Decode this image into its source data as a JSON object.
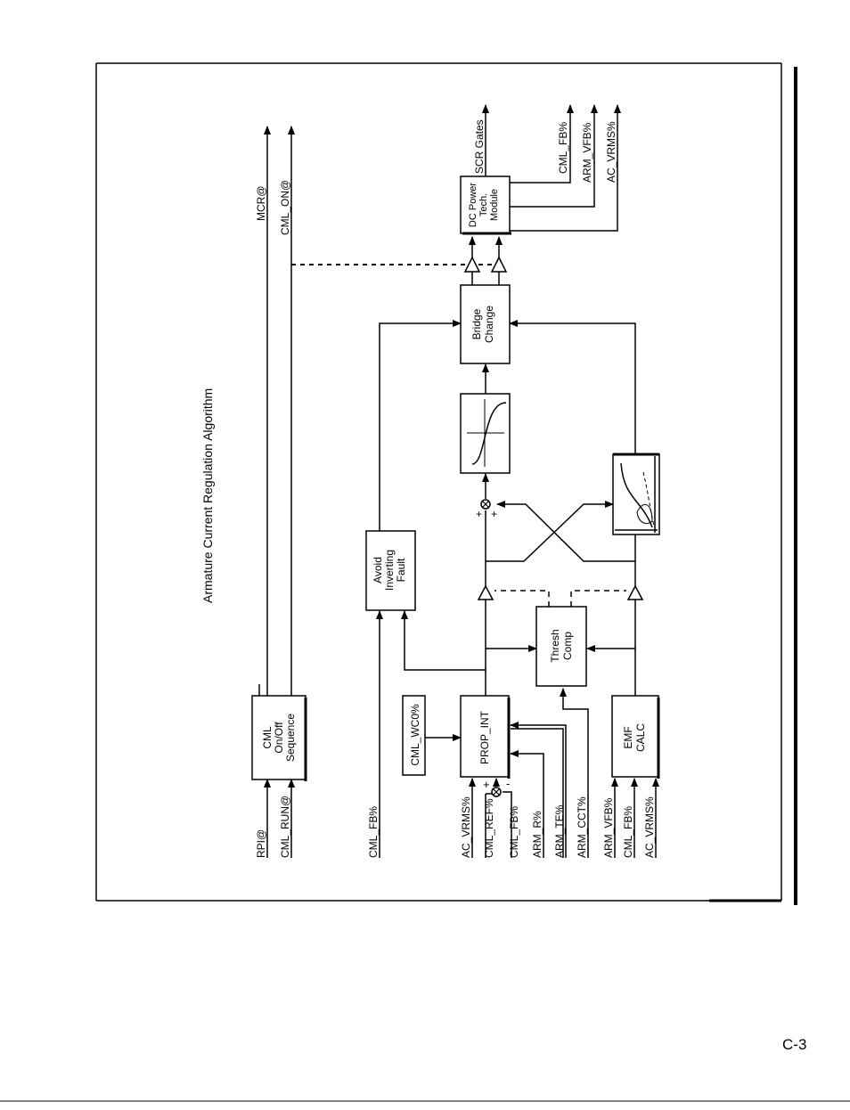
{
  "title": "Armature Current Regulation Algorithm",
  "blocks": {
    "sequence": "CML On/Off Sequence",
    "prop_int": "PROP_INT",
    "cml_wco": "CML_WC0%",
    "emf_calc": "EMF CALC",
    "thresh_comp": "Thresh Comp",
    "avoid_fault": "Avoid Inverting Fault",
    "bridge_change": "Bridge Change",
    "dc_power": "DC Power Tech. Module"
  },
  "inputs": {
    "rpi": "RPI@",
    "cml_run": "CML_RUN@",
    "cml_fb_top": "CML_FB%",
    "ac_vrms": "AC_VRMS%",
    "cml_ref": "CML_REF%",
    "cml_fb": "CML_FB%",
    "arm_r": "ARM_R%",
    "arm_te": "ARM_TE%",
    "arm_cct": "ARM_CCT%",
    "arm_vfb": "ARM_VFB%",
    "cml_fb_emf": "CML_FB%",
    "ac_vrms_emf": "AC_VRMS%"
  },
  "outputs": {
    "mcr": "MCR@",
    "cml_on": "CML_ON@",
    "scr_gates": "SCR Gates",
    "cml_fb": "CML_FB%",
    "arm_vfb": "ARM_VFB%",
    "ac_vrms": "AC_VRMS%"
  },
  "signs": {
    "plus": "+",
    "minus": "-"
  },
  "page_number": "C-3"
}
